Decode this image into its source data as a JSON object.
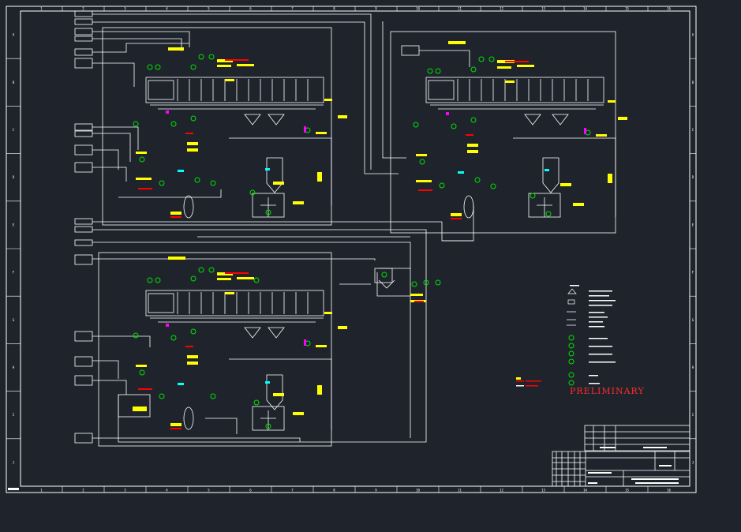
{
  "drawing": {
    "stamp": "PRELIMINARY",
    "column_markers": [
      "1",
      "2",
      "3",
      "4",
      "5",
      "6",
      "7",
      "8",
      "9",
      "10",
      "11",
      "12",
      "13",
      "14",
      "15",
      "16"
    ],
    "row_markers": [
      "A",
      "B",
      "C",
      "D",
      "E",
      "F",
      "G",
      "H",
      "I",
      "J"
    ]
  },
  "colors": {
    "background": "#1f242c",
    "frame": "#ffffff",
    "process_line": "#ffffff",
    "instrument": "#00e000",
    "tag_box": "#ffff00",
    "alarm": "#ff0000",
    "utility": "#ff00ff",
    "cyan": "#00ffff"
  }
}
